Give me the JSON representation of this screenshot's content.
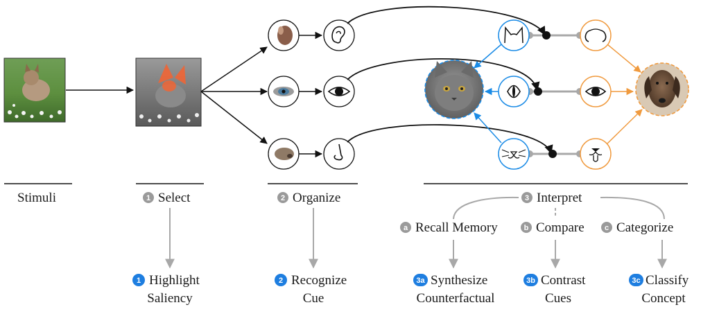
{
  "stages": {
    "stimuli": "Stimuli",
    "select": {
      "num": "1",
      "label": "Select"
    },
    "organize": {
      "num": "2",
      "label": "Organize"
    },
    "interpret": {
      "num": "3",
      "label": "Interpret"
    }
  },
  "substeps": {
    "recall": {
      "num": "a",
      "label": "Recall Memory"
    },
    "compare": {
      "num": "b",
      "label": "Compare"
    },
    "categorize": {
      "num": "c",
      "label": "Categorize"
    }
  },
  "outputs": {
    "highlight": {
      "num": "1",
      "line1": "Highlight",
      "line2": "Saliency"
    },
    "recognize": {
      "num": "2",
      "line1": "Recognize",
      "line2": "Cue"
    },
    "synthesize": {
      "num": "3a",
      "line1": "Synthesize",
      "line2": "Counterfactual"
    },
    "contrast": {
      "num": "3b",
      "line1": "Contrast",
      "line2": "Cues"
    },
    "classify": {
      "num": "3c",
      "line1": "Classify",
      "line2": "Concept"
    }
  },
  "colors": {
    "blue": "#1a8be6",
    "orange": "#f09a3e",
    "gray": "#a8a8a8",
    "badge_gray": "#9a9a9a",
    "badge_blue": "#1e7ee0"
  },
  "icons": [
    "ear-icon",
    "eye-icon",
    "nose-icon",
    "cat-ear-icon",
    "cat-eye-icon",
    "cat-nose-icon",
    "dog-ear-icon",
    "dog-eye-icon",
    "dog-nose-icon"
  ]
}
